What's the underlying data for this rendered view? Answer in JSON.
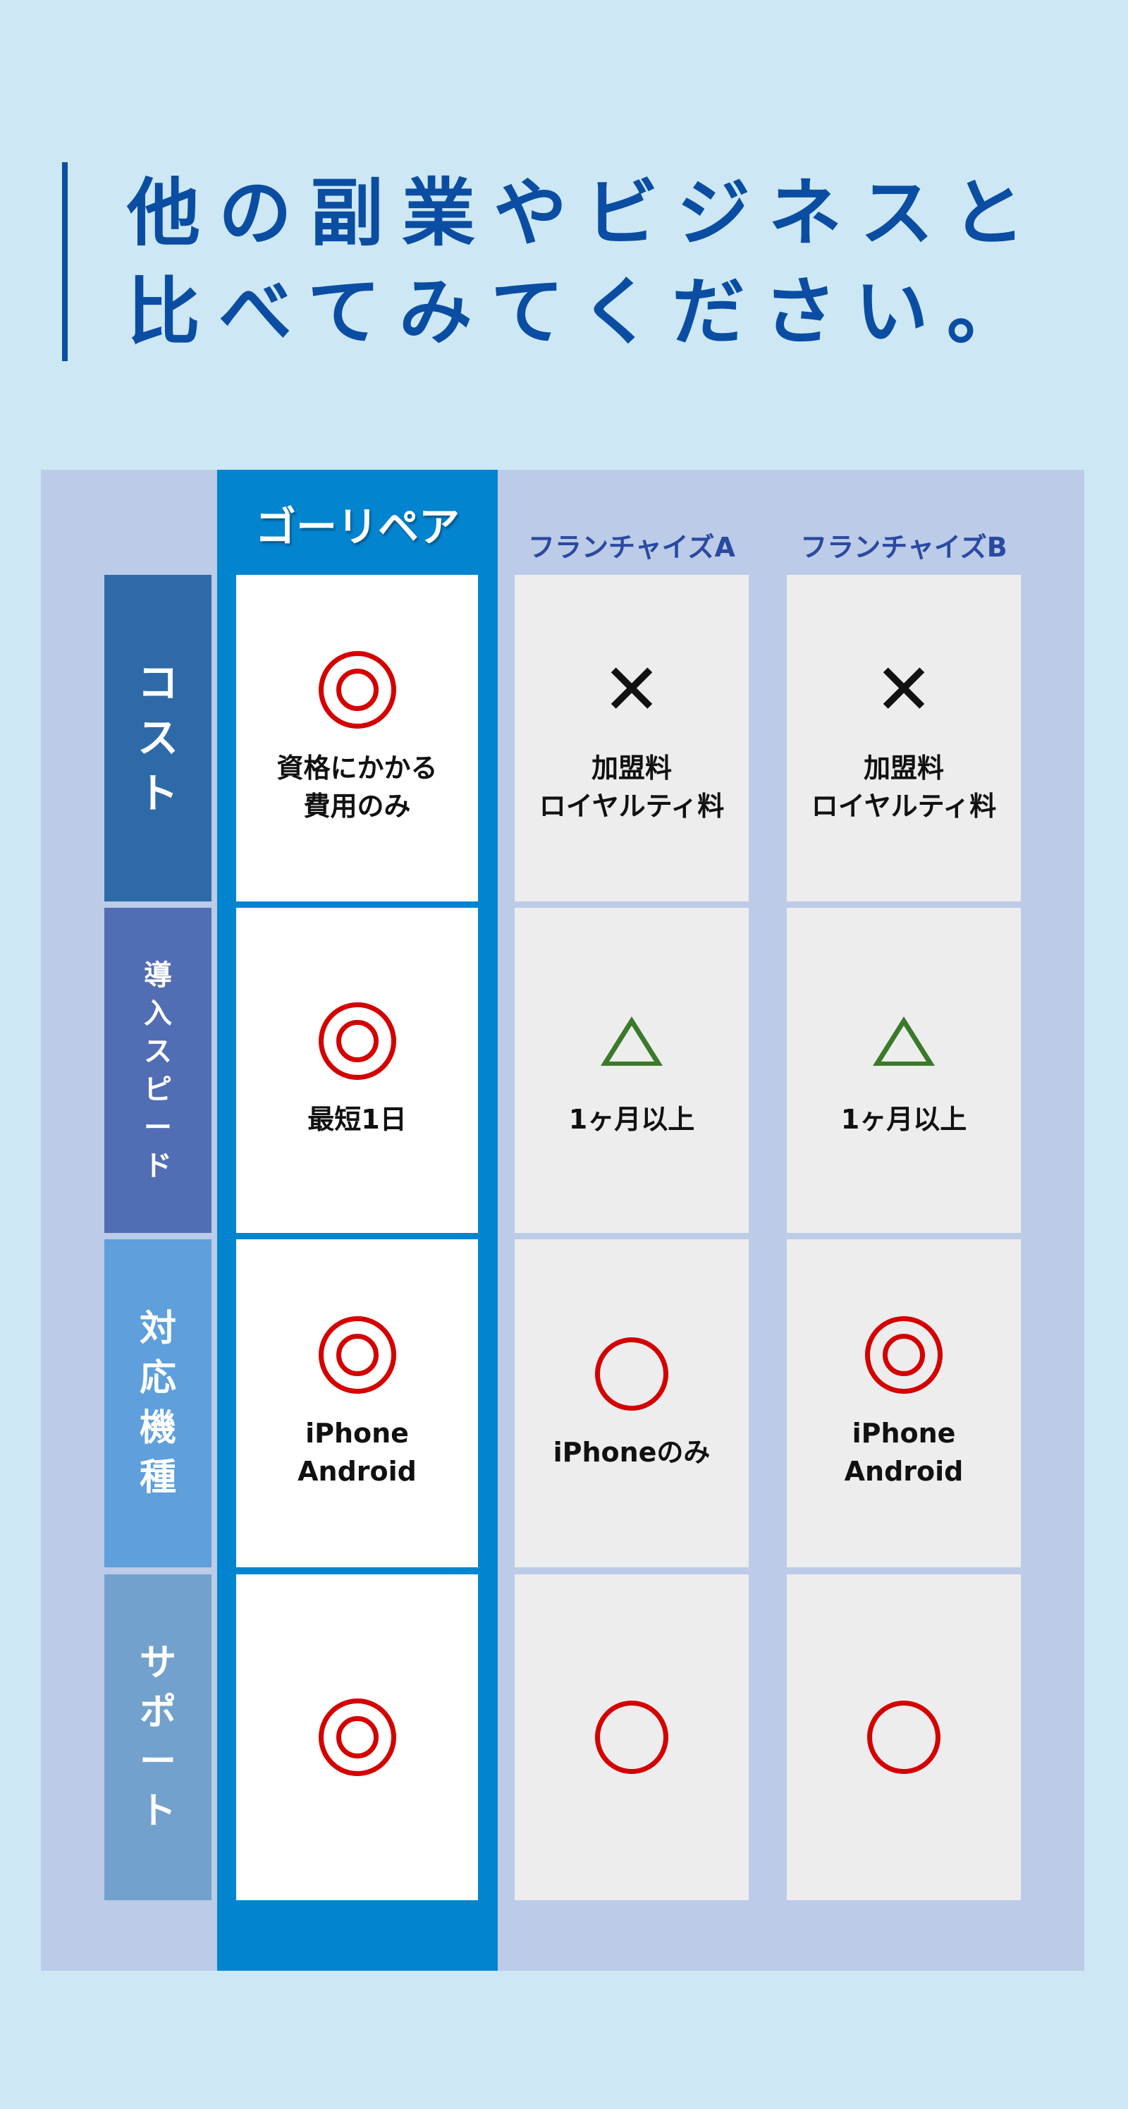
{
  "title": {
    "line1": "他の副業やビジネスと",
    "line2": "比べてみてください。"
  },
  "columns": {
    "gorepair": "ゴーリペア",
    "franchise_a": "フランチャイズA",
    "franchise_b": "フランチャイズB"
  },
  "rows": [
    {
      "label": [
        "コ",
        "ス",
        "ト"
      ],
      "gorepair": {
        "icon": "double-circle",
        "text": [
          "資格にかかる",
          "費用のみ"
        ]
      },
      "a": {
        "icon": "cross",
        "text": [
          "加盟料",
          "ロイヤルティ料"
        ]
      },
      "b": {
        "icon": "cross",
        "text": [
          "加盟料",
          "ロイヤルティ料"
        ]
      }
    },
    {
      "label": [
        "導",
        "入",
        "ス",
        "ピ",
        "ー",
        "ド"
      ],
      "gorepair": {
        "icon": "double-circle",
        "text": [
          "最短1日"
        ]
      },
      "a": {
        "icon": "triangle",
        "text": [
          "1ヶ月以上"
        ]
      },
      "b": {
        "icon": "triangle",
        "text": [
          "1ヶ月以上"
        ]
      }
    },
    {
      "label": [
        "対",
        "応",
        "機",
        "種"
      ],
      "gorepair": {
        "icon": "double-circle",
        "text": [
          "iPhone",
          "Android"
        ]
      },
      "a": {
        "icon": "circle",
        "text": [
          "iPhoneのみ"
        ]
      },
      "b": {
        "icon": "double-circle",
        "text": [
          "iPhone",
          "Android"
        ]
      }
    },
    {
      "label": [
        "サ",
        "ポ",
        "ー",
        "ト"
      ],
      "gorepair": {
        "icon": "double-circle",
        "text": []
      },
      "a": {
        "icon": "circle",
        "text": []
      },
      "b": {
        "icon": "circle",
        "text": []
      }
    }
  ],
  "colors": {
    "background": "#cde8f4",
    "accent": "#0284cf",
    "title": "#0a4da3",
    "mark": "#d40000",
    "triangle": "#3a7a2a"
  }
}
